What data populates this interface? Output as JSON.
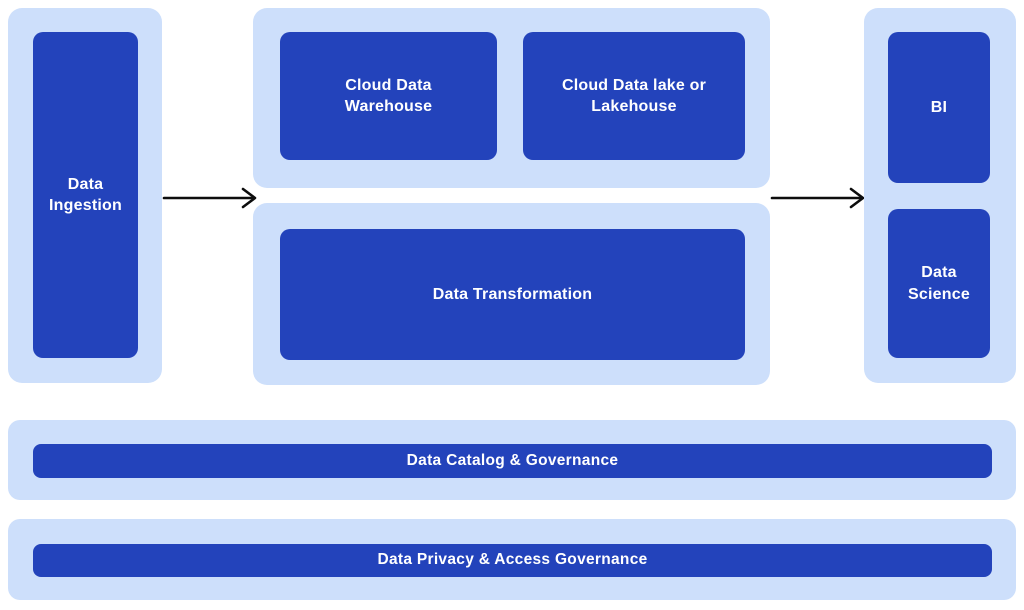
{
  "colors": {
    "canvas_bg": "#ffffff",
    "panel_bg": "#cddffb",
    "node_bg": "#2343bb",
    "node_text": "#ffffff",
    "arrow_color": "#0d0d0d"
  },
  "nodes": {
    "ingestion": {
      "label": "Data Ingestion"
    },
    "warehouse": {
      "label": "Cloud Data Warehouse"
    },
    "lake": {
      "label": "Cloud Data lake or Lakehouse"
    },
    "transformation": {
      "label": "Data Transformation"
    },
    "bi": {
      "label": "BI"
    },
    "data_science": {
      "label": "Data Science"
    },
    "catalog": {
      "label": "Data Catalog & Governance"
    },
    "privacy": {
      "label": "Data Privacy & Access Governance"
    }
  },
  "arrows": [
    {
      "name": "ingestion-to-storage"
    },
    {
      "name": "storage-to-consumption"
    }
  ]
}
